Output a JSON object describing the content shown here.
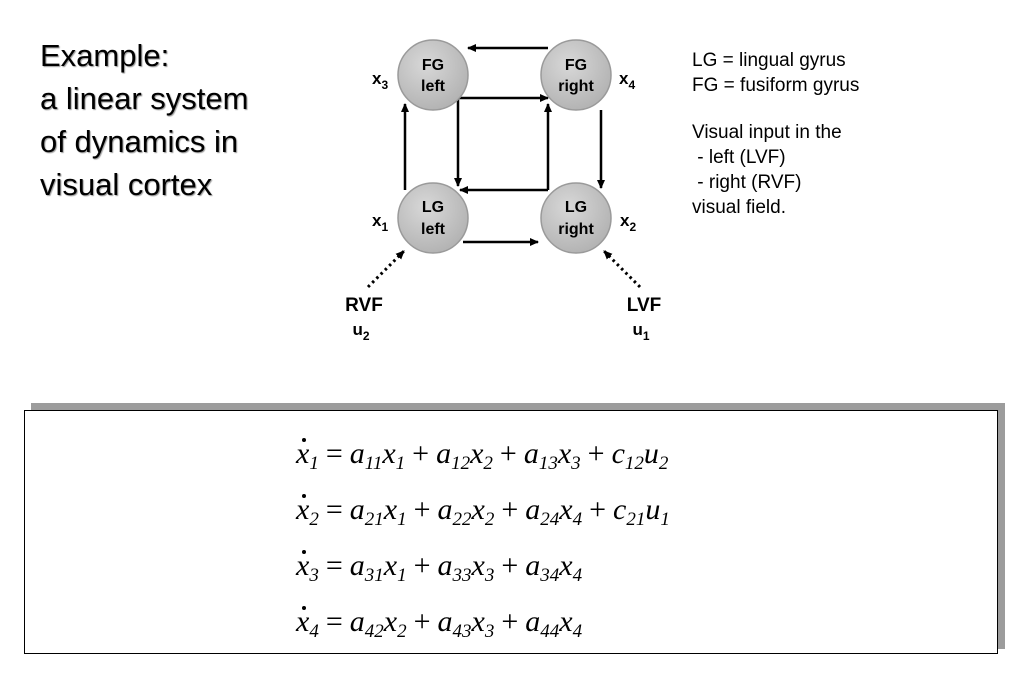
{
  "title": {
    "lines": [
      "Example:",
      "a linear system",
      "of dynamics in",
      "visual cortex"
    ]
  },
  "nodes": {
    "fg_left": {
      "line1": "FG",
      "line2": "left"
    },
    "fg_right": {
      "line1": "FG",
      "line2": "right"
    },
    "lg_left": {
      "line1": "LG",
      "line2": "left"
    },
    "lg_right": {
      "line1": "LG",
      "line2": "right"
    }
  },
  "state_labels": {
    "x1": {
      "base": "x",
      "sub": "1"
    },
    "x2": {
      "base": "x",
      "sub": "2"
    },
    "x3": {
      "base": "x",
      "sub": "3"
    },
    "x4": {
      "base": "x",
      "sub": "4"
    }
  },
  "inputs": {
    "rvf": {
      "label": "RVF",
      "var": "u",
      "sub": "2"
    },
    "lvf": {
      "label": "LVF",
      "var": "u",
      "sub": "1"
    }
  },
  "legend": {
    "lg": "LG = lingual gyrus",
    "fg": "FG = fusiform gyrus",
    "input_lines": [
      "Visual input in the",
      " - left (LVF)",
      " - right (RVF)",
      "visual field."
    ]
  },
  "equations": [
    {
      "lhs": {
        "var": "x",
        "sub": "1"
      },
      "terms": [
        {
          "coef": "a",
          "csub": "11",
          "var": "x",
          "vsub": "1"
        },
        {
          "coef": "a",
          "csub": "12",
          "var": "x",
          "vsub": "2"
        },
        {
          "coef": "a",
          "csub": "13",
          "var": "x",
          "vsub": "3"
        },
        {
          "coef": "c",
          "csub": "12",
          "var": "u",
          "vsub": "2"
        }
      ]
    },
    {
      "lhs": {
        "var": "x",
        "sub": "2"
      },
      "terms": [
        {
          "coef": "a",
          "csub": "21",
          "var": "x",
          "vsub": "1"
        },
        {
          "coef": "a",
          "csub": "22",
          "var": "x",
          "vsub": "2"
        },
        {
          "coef": "a",
          "csub": "24",
          "var": "x",
          "vsub": "4"
        },
        {
          "coef": "c",
          "csub": "21",
          "var": "u",
          "vsub": "1"
        }
      ]
    },
    {
      "lhs": {
        "var": "x",
        "sub": "3"
      },
      "terms": [
        {
          "coef": "a",
          "csub": "31",
          "var": "x",
          "vsub": "1"
        },
        {
          "coef": "a",
          "csub": "33",
          "var": "x",
          "vsub": "3"
        },
        {
          "coef": "a",
          "csub": "34",
          "var": "x",
          "vsub": "4"
        }
      ]
    },
    {
      "lhs": {
        "var": "x",
        "sub": "4"
      },
      "terms": [
        {
          "coef": "a",
          "csub": "42",
          "var": "x",
          "vsub": "2"
        },
        {
          "coef": "a",
          "csub": "43",
          "var": "x",
          "vsub": "3"
        },
        {
          "coef": "a",
          "csub": "44",
          "var": "x",
          "vsub": "4"
        }
      ]
    }
  ],
  "colors": {
    "node_fill": "#c4c4c4",
    "node_edge": "#9a9a9a",
    "box_shadow": "#9c9c9c"
  }
}
